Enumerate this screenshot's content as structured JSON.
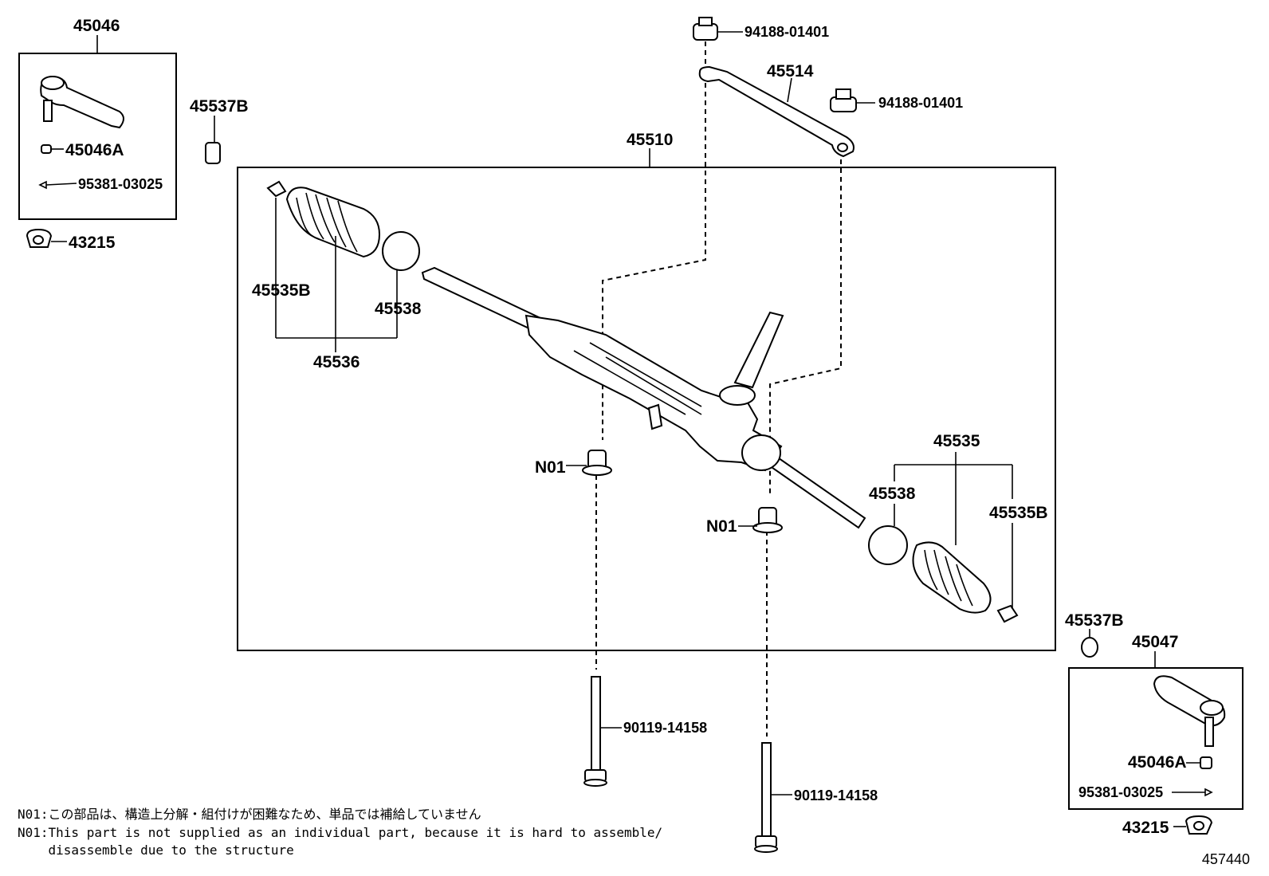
{
  "labels": {
    "p45046": "45046",
    "p45046A_top": "45046A",
    "p95381_top": "95381-03025",
    "p43215_top": "43215",
    "p45537B_top": "45537B",
    "p94188_a": "94188-01401",
    "p94188_b": "94188-01401",
    "p45514": "45514",
    "p45510": "45510",
    "p45535B_left": "45535B",
    "p45538_left": "45538",
    "p45536": "45536",
    "pN01_left": "N01",
    "pN01_right": "N01",
    "p45535": "45535",
    "p45538_right": "45538",
    "p45535B_right": "45535B",
    "p45537B_bottom": "45537B",
    "p45047": "45047",
    "p45046A_bottom": "45046A",
    "p95381_bottom": "95381-03025",
    "p43215_bottom": "43215",
    "p90119_a": "90119-14158",
    "p90119_b": "90119-14158"
  },
  "notes": {
    "jp": "N01:この部品は、構造上分解・組付けが困難なため、単品では補給していません",
    "en1": "N01:This part is not supplied as an individual part, because it is hard to assemble/",
    "en2": "    disassemble due to the structure"
  },
  "figure_number": "457440"
}
